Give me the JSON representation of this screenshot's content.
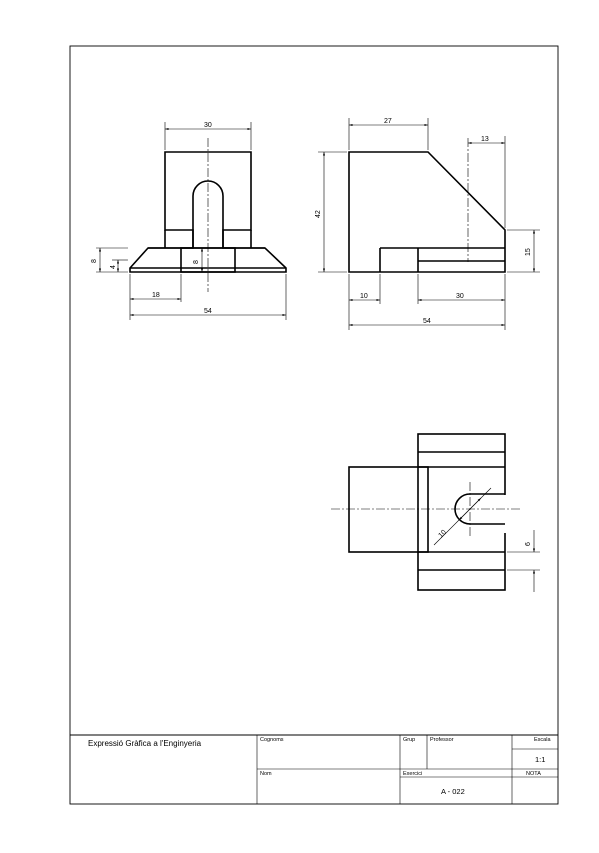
{
  "dimensions": {
    "front_width_top": "30",
    "front_height_outer": "8",
    "front_height_inner": "4",
    "front_slot_depth": "8",
    "front_left_offset": "18",
    "front_total_width": "54",
    "side_top_length": "27",
    "side_chamfer_length": "13",
    "side_height": "42",
    "side_step_height": "15",
    "side_left_gap": "10",
    "side_slot_length": "30",
    "side_total_width": "54",
    "top_radius_dia": "10",
    "top_slot_height": "6"
  },
  "title_block": {
    "school": "Expressió Gràfica a l'Enginyeria",
    "surname_label": "Cognoms",
    "group_label": "Grup",
    "professor_label": "Professor",
    "scale_label": "Escala",
    "scale_value": "1:1",
    "name_label": "Nom",
    "exercise_label": "Exercici",
    "grade_label": "NOTA",
    "exercise_value": "A - 022"
  }
}
